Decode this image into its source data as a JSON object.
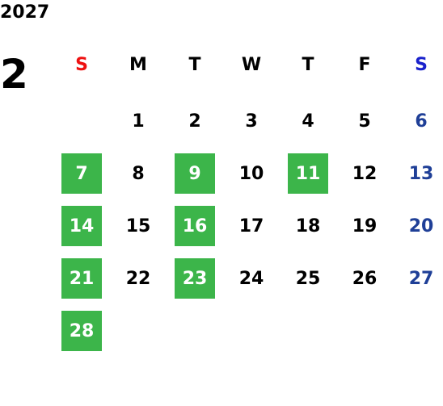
{
  "calendar": {
    "year": "2027",
    "month": "2",
    "weekdays": [
      "S",
      "M",
      "T",
      "W",
      "T",
      "F",
      "S"
    ],
    "weeks": [
      [
        "",
        "1",
        "2",
        "3",
        "4",
        "5",
        "6"
      ],
      [
        "7",
        "8",
        "9",
        "10",
        "11",
        "12",
        "13"
      ],
      [
        "14",
        "15",
        "16",
        "17",
        "18",
        "19",
        "20"
      ],
      [
        "21",
        "22",
        "23",
        "24",
        "25",
        "26",
        "27"
      ],
      [
        "28",
        "",
        "",
        "",
        "",
        "",
        ""
      ]
    ],
    "highlighted_days": [
      "7",
      "9",
      "11",
      "14",
      "16",
      "21",
      "23",
      "28"
    ],
    "colors": {
      "highlight": "#3cb54a",
      "sunday_header": "#ee1111",
      "saturday_header": "#1a22cc",
      "saturday_dates": "#1f3f97"
    }
  }
}
